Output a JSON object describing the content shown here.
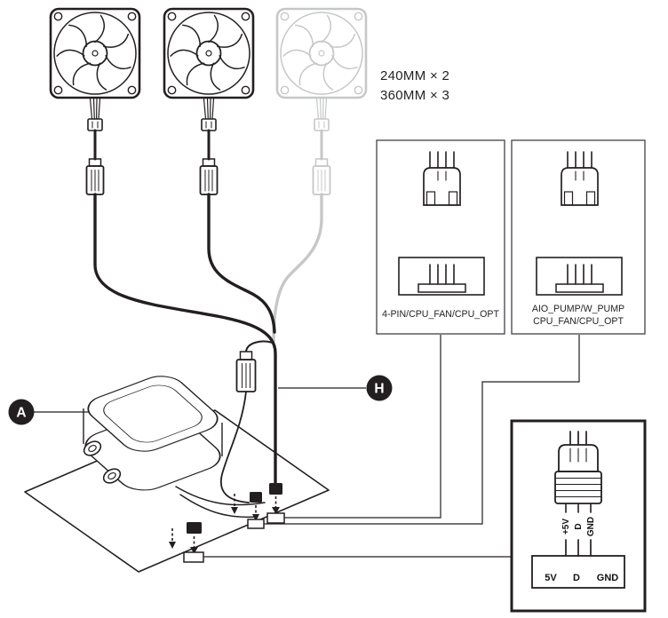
{
  "diagram": {
    "fan_options": {
      "line1": "240MM × 2",
      "line2": "360MM × 3"
    },
    "callouts": {
      "pump": "A",
      "cable": "H"
    },
    "connector_boxes": [
      {
        "label_lines": [
          "4-PIN/CPU_FAN/CPU_OPT"
        ]
      },
      {
        "label_lines": [
          "AIO_PUMP/W_PUMP",
          "CPU_FAN/CPU_OPT"
        ]
      }
    ],
    "pump_connector_box": {
      "wire_labels": [
        "+5V",
        "D",
        "GND"
      ],
      "socket_labels": [
        "5V",
        "D",
        "GND"
      ]
    },
    "colors": {
      "ink": "#231f20",
      "ghost": "#c6c7c9",
      "box_border": "#4d4f52"
    }
  }
}
